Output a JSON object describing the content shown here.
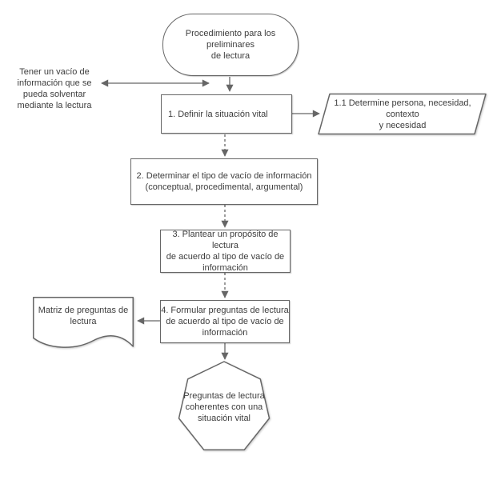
{
  "diagram": {
    "background_color": "#ffffff",
    "stroke_color": "#666666",
    "text_color": "#3d3d3d",
    "nodes": {
      "start": {
        "shape": "terminator",
        "label": "Procedimiento para los preliminares\nde lectura"
      },
      "annotation": {
        "shape": "text",
        "label": "Tener un vacío de\ninformación que se\npueda solventar\nmediante la lectura"
      },
      "step1": {
        "shape": "process",
        "label": "1. Definir la situación vital"
      },
      "step1_1": {
        "shape": "parallelogram",
        "label": "1.1 Determine persona, necesidad, contexto\ny necesidad"
      },
      "step2": {
        "shape": "process",
        "label": "2. Determinar el tipo de vacío de información\n(conceptual, procedimental, argumental)"
      },
      "step3": {
        "shape": "process",
        "label": "3. Plantear un propósito de lectura\nde acuerdo al tipo de vacío de\ninformación"
      },
      "step4": {
        "shape": "process",
        "label": "4. Formular preguntas de lectura\nde acuerdo al tipo de vacío de\ninformación"
      },
      "matrix_doc": {
        "shape": "document",
        "label": "Matriz de preguntas de\nlectura"
      },
      "end": {
        "shape": "heptagon",
        "label": "Preguntas de lectura\ncoherentes con una\nsituación vital"
      }
    },
    "edges": [
      {
        "from": "start",
        "to": "step1",
        "style": "solid-arrow"
      },
      {
        "from": "annotation",
        "to": "step1",
        "style": "double-headed-arrow"
      },
      {
        "from": "step1",
        "to": "step1_1",
        "style": "solid-arrow"
      },
      {
        "from": "step1",
        "to": "step2",
        "style": "dashed-arrow"
      },
      {
        "from": "step2",
        "to": "step3",
        "style": "dashed-arrow"
      },
      {
        "from": "step3",
        "to": "step4",
        "style": "dashed-arrow"
      },
      {
        "from": "step4",
        "to": "matrix_doc",
        "style": "solid-arrow"
      },
      {
        "from": "step4",
        "to": "end",
        "style": "solid-arrow"
      }
    ]
  }
}
